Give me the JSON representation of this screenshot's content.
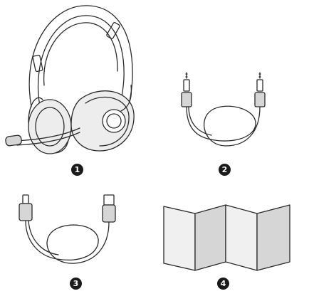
{
  "colors": {
    "stroke": "#2b2b2b",
    "panel_light": "#f0f0f0",
    "panel_dark": "#d6d6d6",
    "badge_bg": "#1a1a1a",
    "badge_text": "#ffffff"
  },
  "items": [
    {
      "icon": "headset-icon",
      "number": "1"
    },
    {
      "icon": "audio-cable-icon",
      "number": "2"
    },
    {
      "icon": "usb-cable-icon",
      "number": "3"
    },
    {
      "icon": "manual-icon",
      "number": "4"
    }
  ]
}
